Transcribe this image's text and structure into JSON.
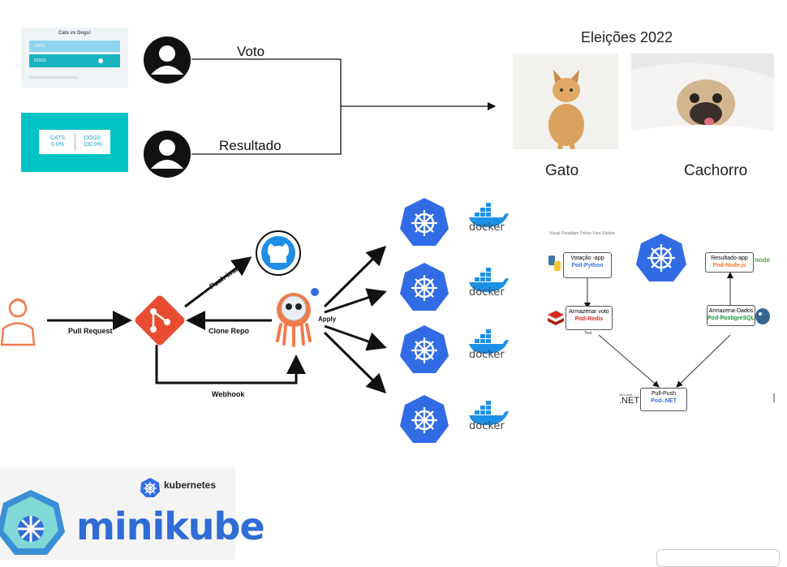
{
  "vote_app": {
    "title": "Cats vs Dogs!",
    "option_a": "CATS",
    "option_b": "DOGS"
  },
  "result_app": {
    "cats_label": "CATS",
    "cats_pct": "0.0%",
    "dogs_label": "DOGS",
    "dogs_pct": "100.0%"
  },
  "flow": {
    "voto": "Voto",
    "resultado": "Resultado"
  },
  "election": {
    "title": "Eleições 2022",
    "option_cat": "Gato",
    "option_dog": "Cachorro"
  },
  "pipeline": {
    "pull_request": "Pull Request",
    "push_image": "Push image",
    "clone_repo": "Clone Repo",
    "webhook": "Webhook",
    "apply": "Apply",
    "docker": "docker"
  },
  "architecture": {
    "watermark": "Visual Paradigm Online Free Edition",
    "vote_app": {
      "name": "Votação -app",
      "pod": "Pod-Python"
    },
    "result_app": {
      "name": "Resultado-app",
      "pod": "Pod-Node.js"
    },
    "store_vote": {
      "name": "Armazenar voto",
      "pod": "Pod-Redis",
      "note": "Test"
    },
    "store_data": {
      "name": "Armazena-Dados",
      "pod": "Pod-PostigreSQL"
    },
    "worker": {
      "name": "Pull-Push",
      "pod": "Pod-.NET",
      "logo": ".NET",
      "logo_small": "Microsoft"
    },
    "node_logo": "node"
  },
  "branding": {
    "kubernetes": "kubernetes",
    "minikube": "minikube"
  },
  "colors": {
    "k8s_blue": "#326ce5",
    "docker_blue": "#1d91e6",
    "git_red": "#e84d31",
    "argo_orange": "#ef7b4d",
    "teal": "#00c4c4"
  }
}
